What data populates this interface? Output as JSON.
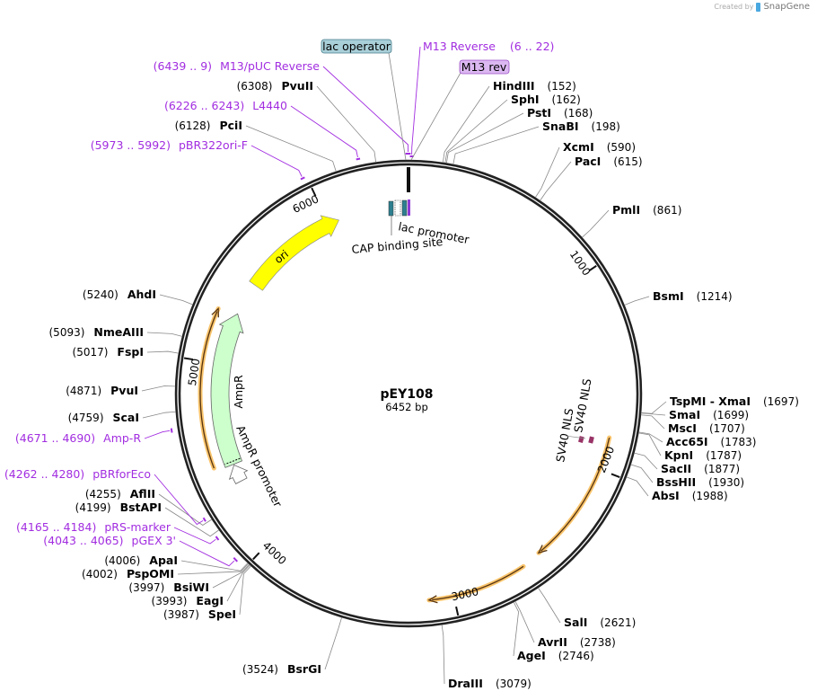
{
  "logo": {
    "created_by": "Created by",
    "brand": "SnapGene"
  },
  "plasmid": {
    "name": "pEY108",
    "length_label": "6452 bp",
    "length": 6452
  },
  "ticks": [
    "1000",
    "2000",
    "3000",
    "4000",
    "5000",
    "6000"
  ],
  "enzymes": [
    {
      "name": "HindIII",
      "pos": "152"
    },
    {
      "name": "SphI",
      "pos": "162"
    },
    {
      "name": "PstI",
      "pos": "168"
    },
    {
      "name": "SnaBI",
      "pos": "198"
    },
    {
      "name": "XcmI",
      "pos": "590"
    },
    {
      "name": "PacI",
      "pos": "615"
    },
    {
      "name": "PmlI",
      "pos": "861"
    },
    {
      "name": "BsmI",
      "pos": "1214"
    },
    {
      "name": "TspMI  - XmaI",
      "pos": "1697"
    },
    {
      "name": "SmaI",
      "pos": "1699"
    },
    {
      "name": "MscI",
      "pos": "1707"
    },
    {
      "name": "Acc65I",
      "pos": "1783"
    },
    {
      "name": "KpnI",
      "pos": "1787"
    },
    {
      "name": "SacII",
      "pos": "1877"
    },
    {
      "name": "BssHII",
      "pos": "1930"
    },
    {
      "name": "AbsI",
      "pos": "1988"
    },
    {
      "name": "SalI",
      "pos": "2621"
    },
    {
      "name": "AvrII",
      "pos": "2738"
    },
    {
      "name": "AgeI",
      "pos": "2746"
    },
    {
      "name": "DraIII",
      "pos": "3079"
    },
    {
      "name": "BsrGI",
      "pos": "3524"
    },
    {
      "name": "SpeI",
      "pos": "3987"
    },
    {
      "name": "EagI",
      "pos": "3993"
    },
    {
      "name": "BsiWI",
      "pos": "3997"
    },
    {
      "name": "PspOMI",
      "pos": "4002"
    },
    {
      "name": "ApaI",
      "pos": "4006"
    },
    {
      "name": "BstAPI",
      "pos": "4199"
    },
    {
      "name": "AflII",
      "pos": "4255"
    },
    {
      "name": "ScaI",
      "pos": "4759"
    },
    {
      "name": "PvuI",
      "pos": "4871"
    },
    {
      "name": "FspI",
      "pos": "5017"
    },
    {
      "name": "NmeAIII",
      "pos": "5093"
    },
    {
      "name": "AhdI",
      "pos": "5240"
    },
    {
      "name": "PciI",
      "pos": "6128"
    },
    {
      "name": "PvuII",
      "pos": "6308"
    }
  ],
  "primers": [
    {
      "name": "M13 Reverse",
      "range": "(6 .. 22)",
      "start": 6,
      "end": 22
    },
    {
      "name": "M13/pUC Reverse",
      "range": "(6439 .. 9)",
      "start": 6439,
      "end": 9
    },
    {
      "name": "L4440",
      "range": "(6226 .. 6243)",
      "start": 6226,
      "end": 6243
    },
    {
      "name": "pBR322ori-F",
      "range": "(5973 .. 5992)",
      "start": 5973,
      "end": 5992
    },
    {
      "name": "Amp-R",
      "range": "(4671 .. 4690)",
      "start": 4671,
      "end": 4690
    },
    {
      "name": "pBRforEco",
      "range": "(4262 .. 4280)",
      "start": 4262,
      "end": 4280
    },
    {
      "name": "pRS-marker",
      "range": "(4165 .. 4184)",
      "start": 4165,
      "end": 4184
    },
    {
      "name": "pGEX 3'",
      "range": "(4043 .. 4065)",
      "start": 4043,
      "end": 4065
    }
  ],
  "boxed_labels": {
    "lac_operator": {
      "text": "lac operator",
      "color": "#a9cfd8"
    },
    "m13_rev": {
      "text": "M13 rev",
      "color": "#dcb8f2"
    }
  },
  "features": {
    "ori": {
      "label": "ori",
      "color": "#ffff00"
    },
    "ampr": {
      "label": "AmpR",
      "color": "#ccffcc"
    },
    "ampr_promoter": {
      "label": "AmpR promoter",
      "color": "#ffffff"
    },
    "lac_promoter": {
      "label": "lac promoter"
    },
    "cap_site": {
      "label": "CAP binding site"
    },
    "sv40_nls_1": {
      "label": "SV40 NLS",
      "color": "#993366"
    },
    "sv40_nls_2": {
      "label": "SV40 NLS",
      "color": "#993366"
    },
    "orf_color": "#f9c46b"
  }
}
